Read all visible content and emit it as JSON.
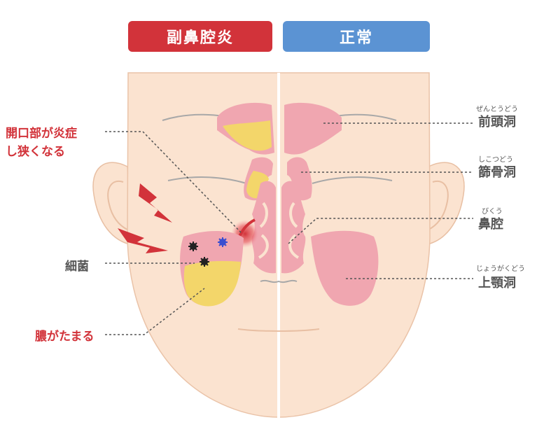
{
  "badges": {
    "left": "副鼻腔炎",
    "right": "正常"
  },
  "left_labels": {
    "narrowing_line1": "開口部が炎症",
    "narrowing_line2": "し狭くなる",
    "bacteria": "細菌",
    "pus": "膿がたまる"
  },
  "right_labels": {
    "frontal": {
      "reading": "ぜんとうどう",
      "name": "前頭洞"
    },
    "ethmoid": {
      "reading": "しこつどう",
      "name": "篩骨洞"
    },
    "nasal": {
      "reading": "びくう",
      "name": "鼻腔"
    },
    "maxillary": {
      "reading": "じょうがくどう",
      "name": "上顎洞"
    }
  },
  "colors": {
    "skin": "#fbe3d0",
    "skin_outline": "#e8bfa3",
    "sinus_pink": "#f0a6b0",
    "pus_yellow": "#f3d66a",
    "inflammation_red": "#d2333a",
    "accent_red": "#d2333a",
    "accent_blue": "#5b93d3"
  }
}
